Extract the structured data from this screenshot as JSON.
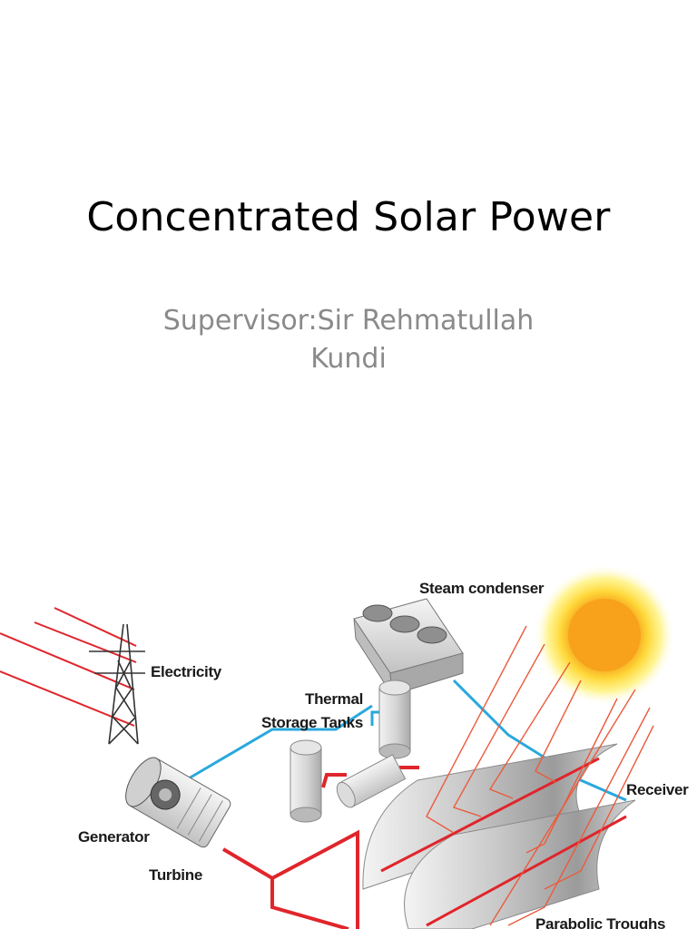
{
  "slide": {
    "title": "Concentrated Solar Power",
    "subtitle_line1": "Supervisor:Sir Rehmatullah",
    "subtitle_line2": "Kundi"
  },
  "diagram": {
    "labels": {
      "steam_condenser": "Steam condenser",
      "electricity": "Electricity",
      "thermal": "Thermal",
      "storage_tanks": "Storage Tanks",
      "receiver": "Receiver",
      "generator": "Generator",
      "turbine": "Turbine",
      "parabolic_troughs": "Parabolic Troughs"
    },
    "colors": {
      "hot_pipe": "#e0252b",
      "cool_pipe": "#29a8dd",
      "sun_core": "#f7a21a",
      "sun_glow": "#ffe24a"
    }
  }
}
